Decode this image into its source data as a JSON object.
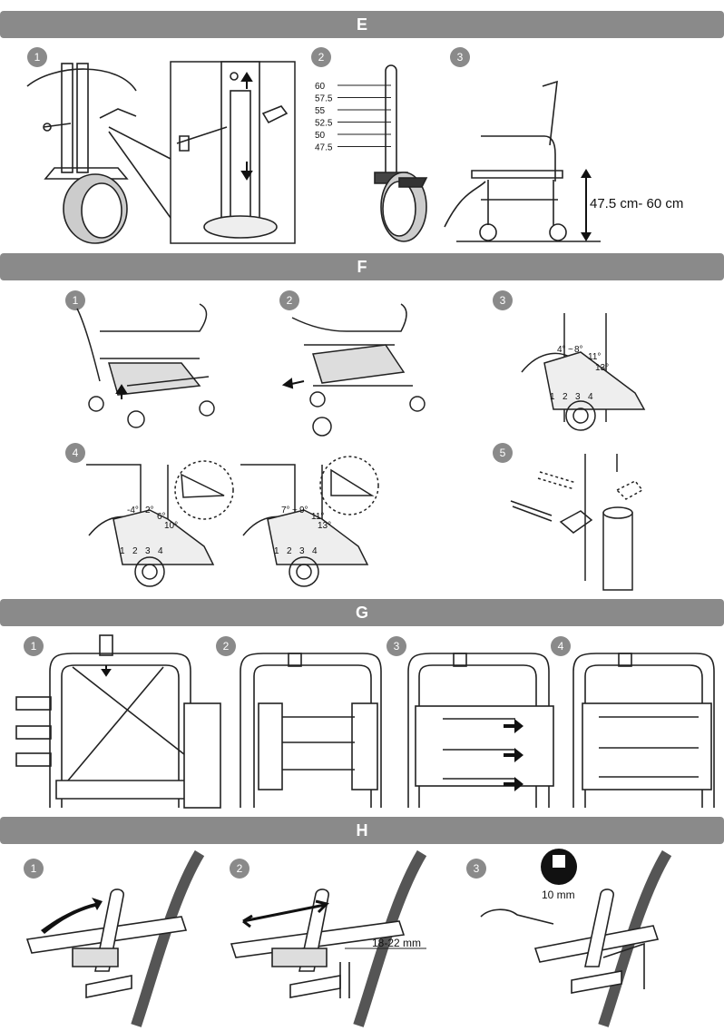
{
  "sections": {
    "E": "E",
    "F": "F",
    "G": "G",
    "H": "H"
  },
  "steps": {
    "s1": "1",
    "s2": "2",
    "s3": "3",
    "s4": "4",
    "s5": "5"
  },
  "e2_heights": [
    "60",
    "57.5",
    "55",
    "52.5",
    "50",
    "47.5"
  ],
  "e3_range": "47.5 cm- 60 cm",
  "f3": {
    "angles": [
      "4°",
      "8°",
      "11°",
      "13°"
    ],
    "pos": [
      "1",
      "2",
      "3",
      "4"
    ]
  },
  "f4a": {
    "angles": [
      "-4°",
      "2°",
      "6°",
      "10°"
    ]
  },
  "f4b": {
    "angles": [
      "7°",
      "9°",
      "11°",
      "13°"
    ]
  },
  "h2_gap": "18-22 mm",
  "h3_tool": "10 mm"
}
